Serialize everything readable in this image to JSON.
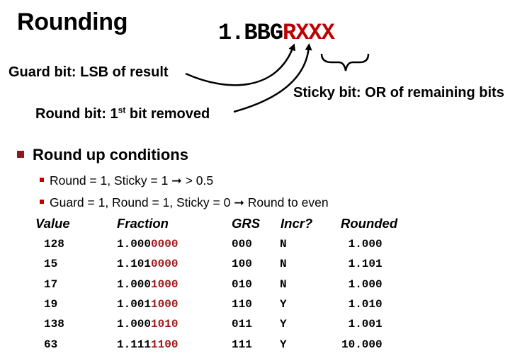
{
  "slide": {
    "title": "Rounding",
    "pattern": {
      "prefix": "1.BBG",
      "suffix": "RXXX"
    },
    "annotations": {
      "guard": "Guard bit: LSB of result",
      "round_before": "Round bit: 1",
      "round_sup": "st",
      "round_after": " bit removed",
      "sticky": "Sticky bit: OR of remaining bits"
    },
    "section": "Round up conditions",
    "bullets": [
      "Round = 1, Sticky = 1 ➞ > 0.5",
      "Guard = 1, Round = 1, Sticky = 0 ➞ Round to even"
    ]
  },
  "table": {
    "headers": [
      "Value",
      "Fraction",
      "GRS",
      "Incr?",
      "Rounded"
    ],
    "rows": [
      {
        "value": "128",
        "frac_head": "1.000",
        "frac_tail": "0000",
        "grs": "000",
        "incr": "N",
        "rounded": " 1.000"
      },
      {
        "value": "15",
        "frac_head": "1.101",
        "frac_tail": "0000",
        "grs": "100",
        "incr": "N",
        "rounded": " 1.101"
      },
      {
        "value": "17",
        "frac_head": "1.000",
        "frac_tail": "1000",
        "grs": "010",
        "incr": "N",
        "rounded": " 1.000"
      },
      {
        "value": "19",
        "frac_head": "1.001",
        "frac_tail": "1000",
        "grs": "110",
        "incr": "Y",
        "rounded": " 1.010"
      },
      {
        "value": "138",
        "frac_head": "1.000",
        "frac_tail": "1010",
        "grs": "011",
        "incr": "Y",
        "rounded": " 1.001"
      },
      {
        "value": "63",
        "frac_head": "1.111",
        "frac_tail": "1100",
        "grs": "111",
        "incr": "Y",
        "rounded": "10.000"
      }
    ]
  },
  "colors": {
    "accent_red": "#c00000",
    "bullet": "#8b1a1a"
  }
}
